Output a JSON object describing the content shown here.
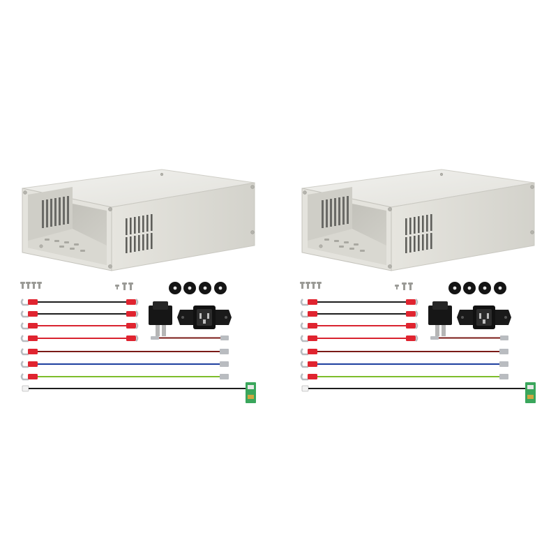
{
  "scene": {
    "background": "#ffffff",
    "kit_count": 2
  },
  "kit": {
    "enclosure": {
      "front_face": "#e7e6df",
      "top_face": "#ededea",
      "side_face": "#dcdbd4",
      "interior": "#c9c8c1",
      "vent_color": "#5e5e5a",
      "screw_color": "#b5b4ad"
    },
    "wire_colors": {
      "black": "#1c1c1c",
      "red": "#d8232f",
      "dark_red": "#7a1a16",
      "blue": "#1e3f9f",
      "green_yellow": "#7dbd2b",
      "terminal_red": "#e02430",
      "terminal_silver": "#b9bcc0",
      "pcb_green": "#3aa65c"
    },
    "wires": [
      {
        "name": "black-wire-1",
        "color": "black",
        "end": "insulated-spade"
      },
      {
        "name": "black-wire-2",
        "color": "black",
        "end": "insulated-spade"
      },
      {
        "name": "red-wire-1",
        "color": "red",
        "end": "insulated-spade"
      },
      {
        "name": "red-wire-2",
        "color": "red",
        "end": "insulated-spade"
      },
      {
        "name": "brown-wire",
        "color": "dark_red",
        "end": "quick-disconnect"
      },
      {
        "name": "blue-wire",
        "color": "blue",
        "end": "quick-disconnect"
      },
      {
        "name": "green-yellow-wire",
        "color": "green_yellow",
        "end": "quick-disconnect"
      },
      {
        "name": "signal-cable",
        "color": "black",
        "end": "pcb-board"
      }
    ],
    "accessories": [
      "screws",
      "rubber-feet",
      "rocker-switch",
      "iec-power-socket",
      "short-jumper-wire"
    ]
  }
}
